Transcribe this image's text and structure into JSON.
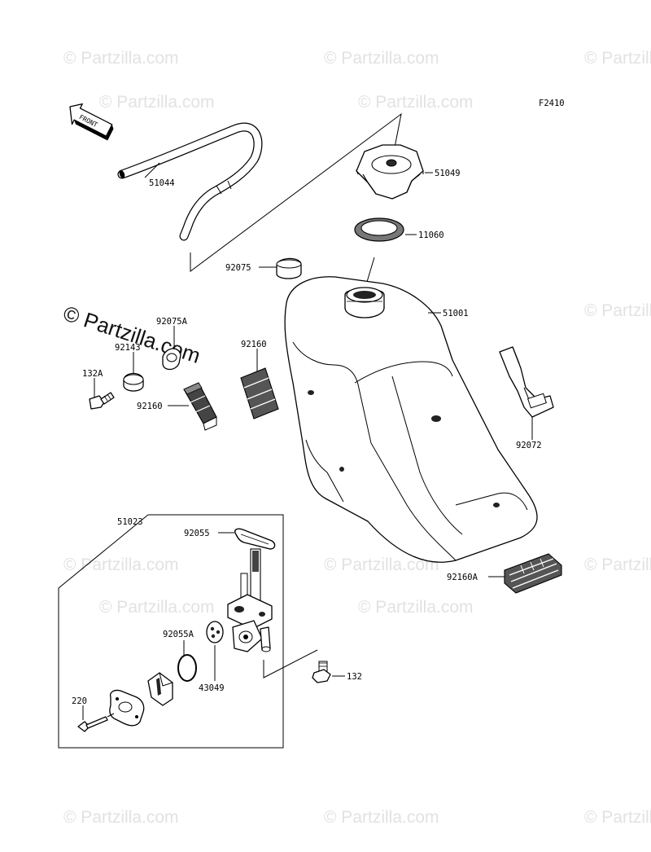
{
  "figure_code": "F2410",
  "front_arrow_label": "FRONT",
  "watermark_text": "© Partzilla.com",
  "watermark_main": "© Partzilla.com",
  "part_labels": {
    "p51044": "51044",
    "p51049": "51049",
    "p11060": "11060",
    "p92075": "92075",
    "p51001": "51001",
    "p92075A": "92075A",
    "p92143": "92143",
    "p132A": "132A",
    "p92160_left": "92160",
    "p92160_mid": "92160",
    "p92072": "92072",
    "p51023": "51023",
    "p92055": "92055",
    "p92160A": "92160A",
    "p92055A": "92055A",
    "p43049": "43049",
    "p132": "132",
    "p220": "220"
  }
}
